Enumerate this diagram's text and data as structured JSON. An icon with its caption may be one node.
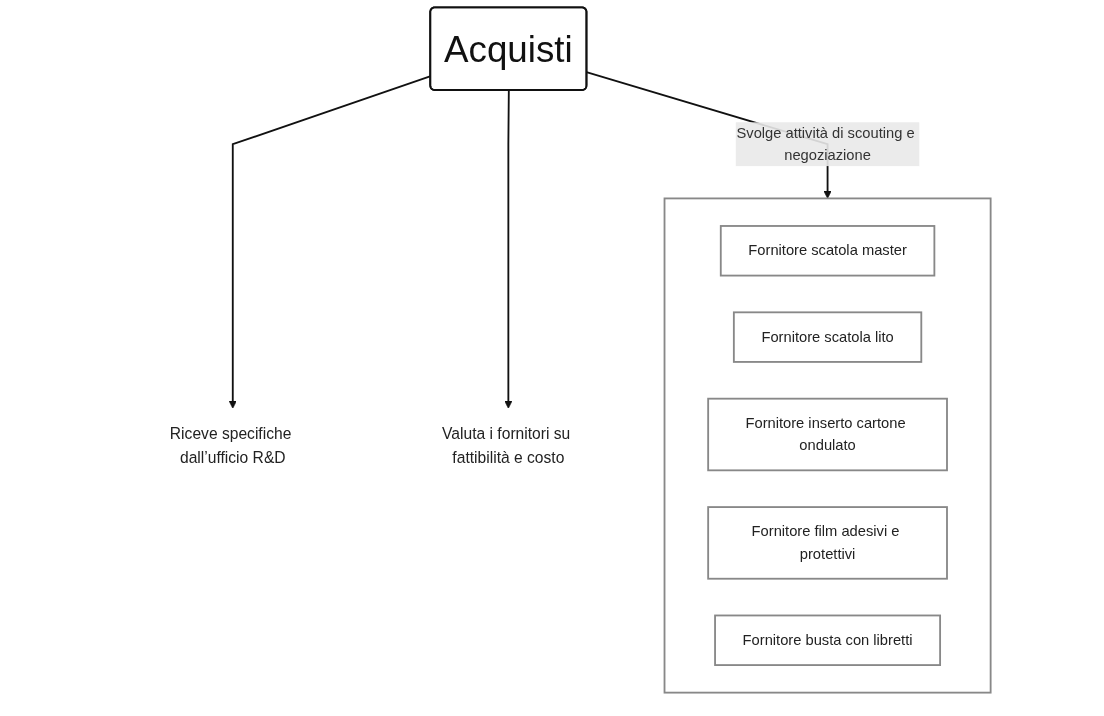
{
  "diagram": {
    "nodes": [
      {
        "text": [
          "Acquisti"
        ]
      },
      {
        "text": [
          "Riceve specifiche dall’ufficio R&D"
        ]
      },
      {
        "text": [
          "Valuta i fornitori su fattibilità e costo"
        ]
      },
      {
        "text": [],
        "shape": "box"
      },
      {
        "text": [
          "Fornitore scatola master"
        ],
        "in": 3
      },
      {
        "text": [
          "Fornitore scatola lito"
        ],
        "in": 3
      },
      {
        "text": [
          "Fornitore inserto cartone ondulato"
        ],
        "in": 3
      },
      {
        "text": [
          "Fornitore film adesivi e protettivi"
        ],
        "in": 3
      },
      {
        "text": [
          "Fornitore busta con libretti"
        ],
        "in": 3
      }
    ],
    "edges": [
      {
        "from": 0,
        "to": 1,
        "arrow": "to"
      },
      {
        "from": 0,
        "to": 2,
        "arrow": "to"
      },
      {
        "from": 0,
        "to": 3,
        "arrow": "to",
        "label": "Svolge attività di scouting e negoziazione"
      }
    ]
  }
}
